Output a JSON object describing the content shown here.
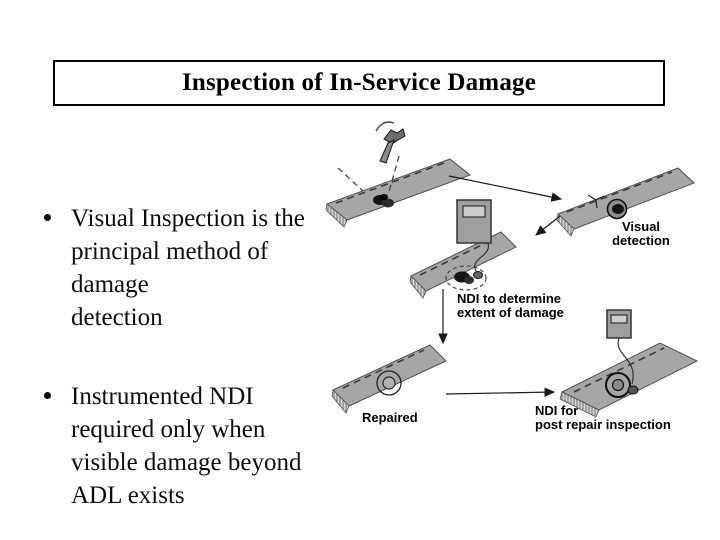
{
  "slide": {
    "title": "Inspection of In-Service Damage",
    "bullets": [
      {
        "marker": "bullet-dot",
        "text": "Visual Inspection is the\nprincipal method of\ndamage\ndetection"
      },
      {
        "marker": "bullet-dot",
        "text": "Instrumented NDI\nrequired only when\nvisible damage beyond\nADL exists"
      }
    ]
  },
  "diagram": {
    "labels": {
      "visual_detection": "Visual\ndetection",
      "ndi_extent": "NDI to determine\nextent of damage",
      "repaired": "Repaired",
      "ndi_post_repair": "NDI for\npost repair inspection"
    },
    "icons": [
      "hammer-icon",
      "magnifier-icon",
      "ndi-device-icon",
      "ndi-device-icon",
      "repair-patch-icon",
      "repair-patch-icon",
      "damage-blob-icon"
    ],
    "colors": {
      "background": "#ffffff",
      "panel_fill": "#a6a6a6",
      "panel_border": "#4f4f4f",
      "device_fill": "#9e9e9e",
      "device_screen": "#cdcdcd",
      "damage": "#141414",
      "line": "#1a1a1a",
      "text": "#000000"
    }
  }
}
